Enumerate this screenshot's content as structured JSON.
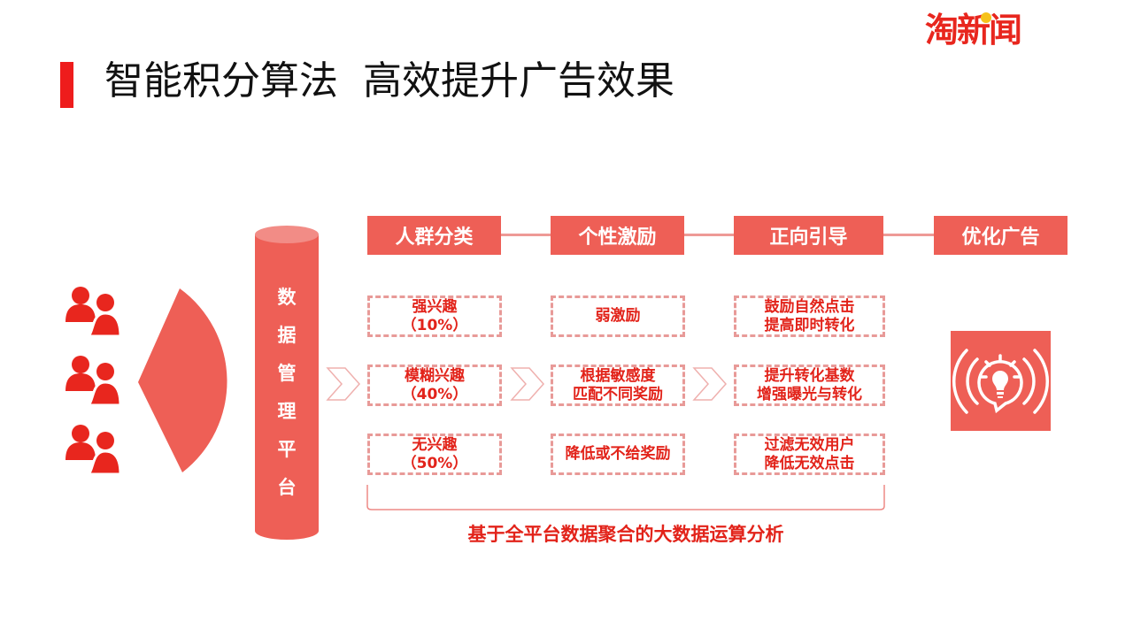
{
  "header": {
    "title": "智能积分算法  高效提升广告效果",
    "logo": {
      "text_left": "淘",
      "text_mid": "新",
      "text_right": "闻",
      "brand_color": "#e8261e",
      "accent_color": "#f6c21a"
    }
  },
  "colors": {
    "primary": "#ee5f56",
    "title_bar": "#ee1c1c",
    "dashed_border": "#e89a98",
    "text_red": "#e2231a"
  },
  "left": {
    "people_icons": [
      "group-icon",
      "group-icon",
      "group-icon"
    ],
    "platform": {
      "chars": [
        "数",
        "据",
        "管",
        "理",
        "平",
        "台"
      ],
      "label": "数据管理平台"
    }
  },
  "columns": [
    {
      "header": "人群分类",
      "items": [
        {
          "line1": "强兴趣",
          "line2": "（10%）"
        },
        {
          "line1": "模糊兴趣",
          "line2": "（40%）"
        },
        {
          "line1": "无兴趣",
          "line2": "（50%）"
        }
      ]
    },
    {
      "header": "个性激励",
      "items": [
        {
          "line1": "弱激励",
          "line2": ""
        },
        {
          "line1": "根据敏感度",
          "line2": "匹配不同奖励"
        },
        {
          "line1": "降低或不给奖励",
          "line2": ""
        }
      ]
    },
    {
      "header": "正向引导",
      "items": [
        {
          "line1": "鼓励自然点击",
          "line2": "提高即时转化"
        },
        {
          "line1": "提升转化基数",
          "line2": "增强曝光与转化"
        },
        {
          "line1": "过滤无效用户",
          "line2": "降低无效点击"
        }
      ]
    },
    {
      "header": "优化广告",
      "icon": "lightbulb-broadcast-icon"
    }
  ],
  "footer": {
    "text": "基于全平台数据聚合的大数据运算分析"
  }
}
